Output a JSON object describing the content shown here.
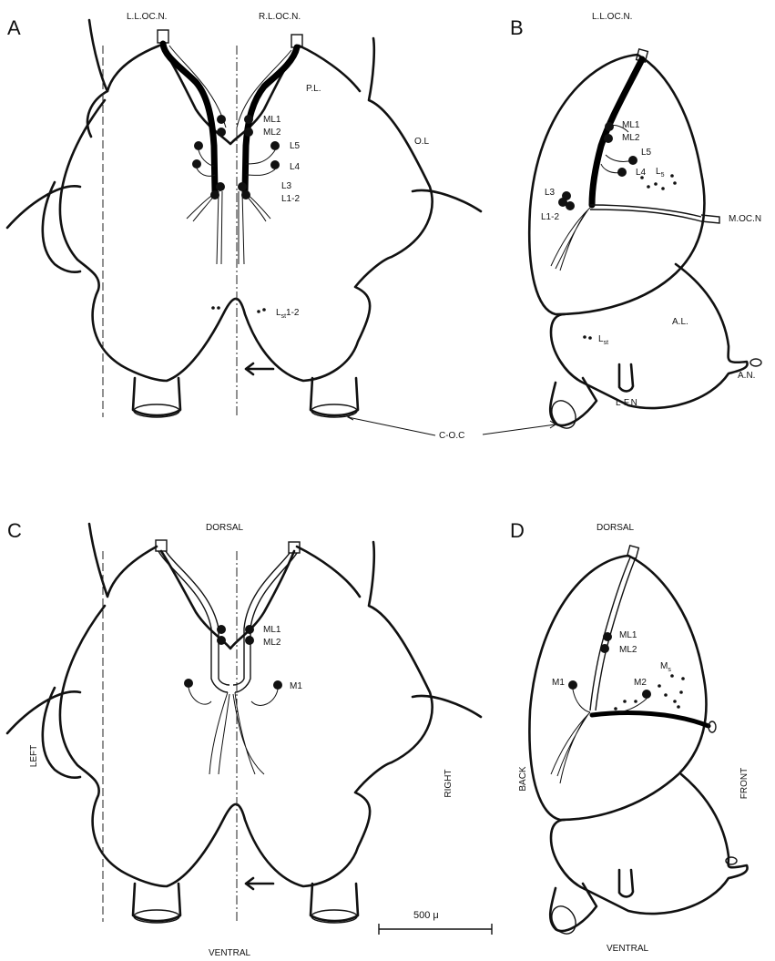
{
  "panels": {
    "A": {
      "letter": "A",
      "left_nerve": "L.L.OC.N.",
      "right_nerve": "R.L.OC.N.",
      "pl": "P.L.",
      "ol": "O.L",
      "ml1": "ML1",
      "ml2": "ML2",
      "l5": "L5",
      "l4": "L4",
      "l3": "L3",
      "l12": "L1-2",
      "lst12": "L",
      "lst12_sub": "st",
      "lst12_suffix": "1-2"
    },
    "B": {
      "letter": "B",
      "nerve": "L.L.OC.N.",
      "ml1": "ML1",
      "ml2": "ML2",
      "l5": "L5",
      "l4": "L4",
      "ls": "L",
      "ls_sub": "5",
      "l3": "L3",
      "l12": "L1-2",
      "mocn": "M.OC.N",
      "al": "A.L.",
      "an": "A.N.",
      "lst": "L",
      "lst_sub": "st",
      "lfn": "L-F.N"
    },
    "shared": {
      "coc": "C-O.C"
    },
    "C": {
      "letter": "C",
      "dorsal": "DORSAL",
      "ventral": "VENTRAL",
      "left": "LEFT",
      "right": "RIGHT",
      "ml1": "ML1",
      "ml2": "ML2",
      "m1": "M1",
      "scale": "500 μ"
    },
    "D": {
      "letter": "D",
      "dorsal": "DORSAL",
      "ventral": "VENTRAL",
      "back": "BACK",
      "front": "FRONT",
      "ml1": "ML1",
      "ml2": "ML2",
      "m1": "M1",
      "m2": "M2",
      "ms": "M",
      "ms_sub": "s"
    }
  },
  "colors": {
    "ink": "#111111",
    "background": "#ffffff"
  }
}
